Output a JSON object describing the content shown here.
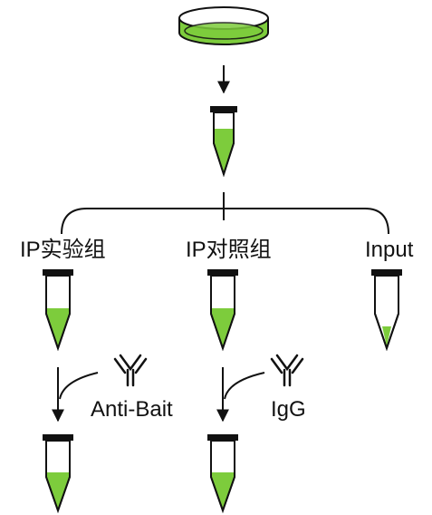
{
  "labels": {
    "ip_experimental": "IP实验组",
    "ip_control": "IP对照组",
    "input": "Input",
    "antibody_bait": "Anti-Bait",
    "antibody_igg": "IgG"
  },
  "colors": {
    "green": "#7DCC3C",
    "tube_cap": "#111111",
    "line": "#111111",
    "background": "#ffffff"
  },
  "icons": {
    "dish": "petri-dish-icon",
    "tube": "microcentrifuge-tube-icon",
    "antibody": "antibody-y-icon"
  }
}
